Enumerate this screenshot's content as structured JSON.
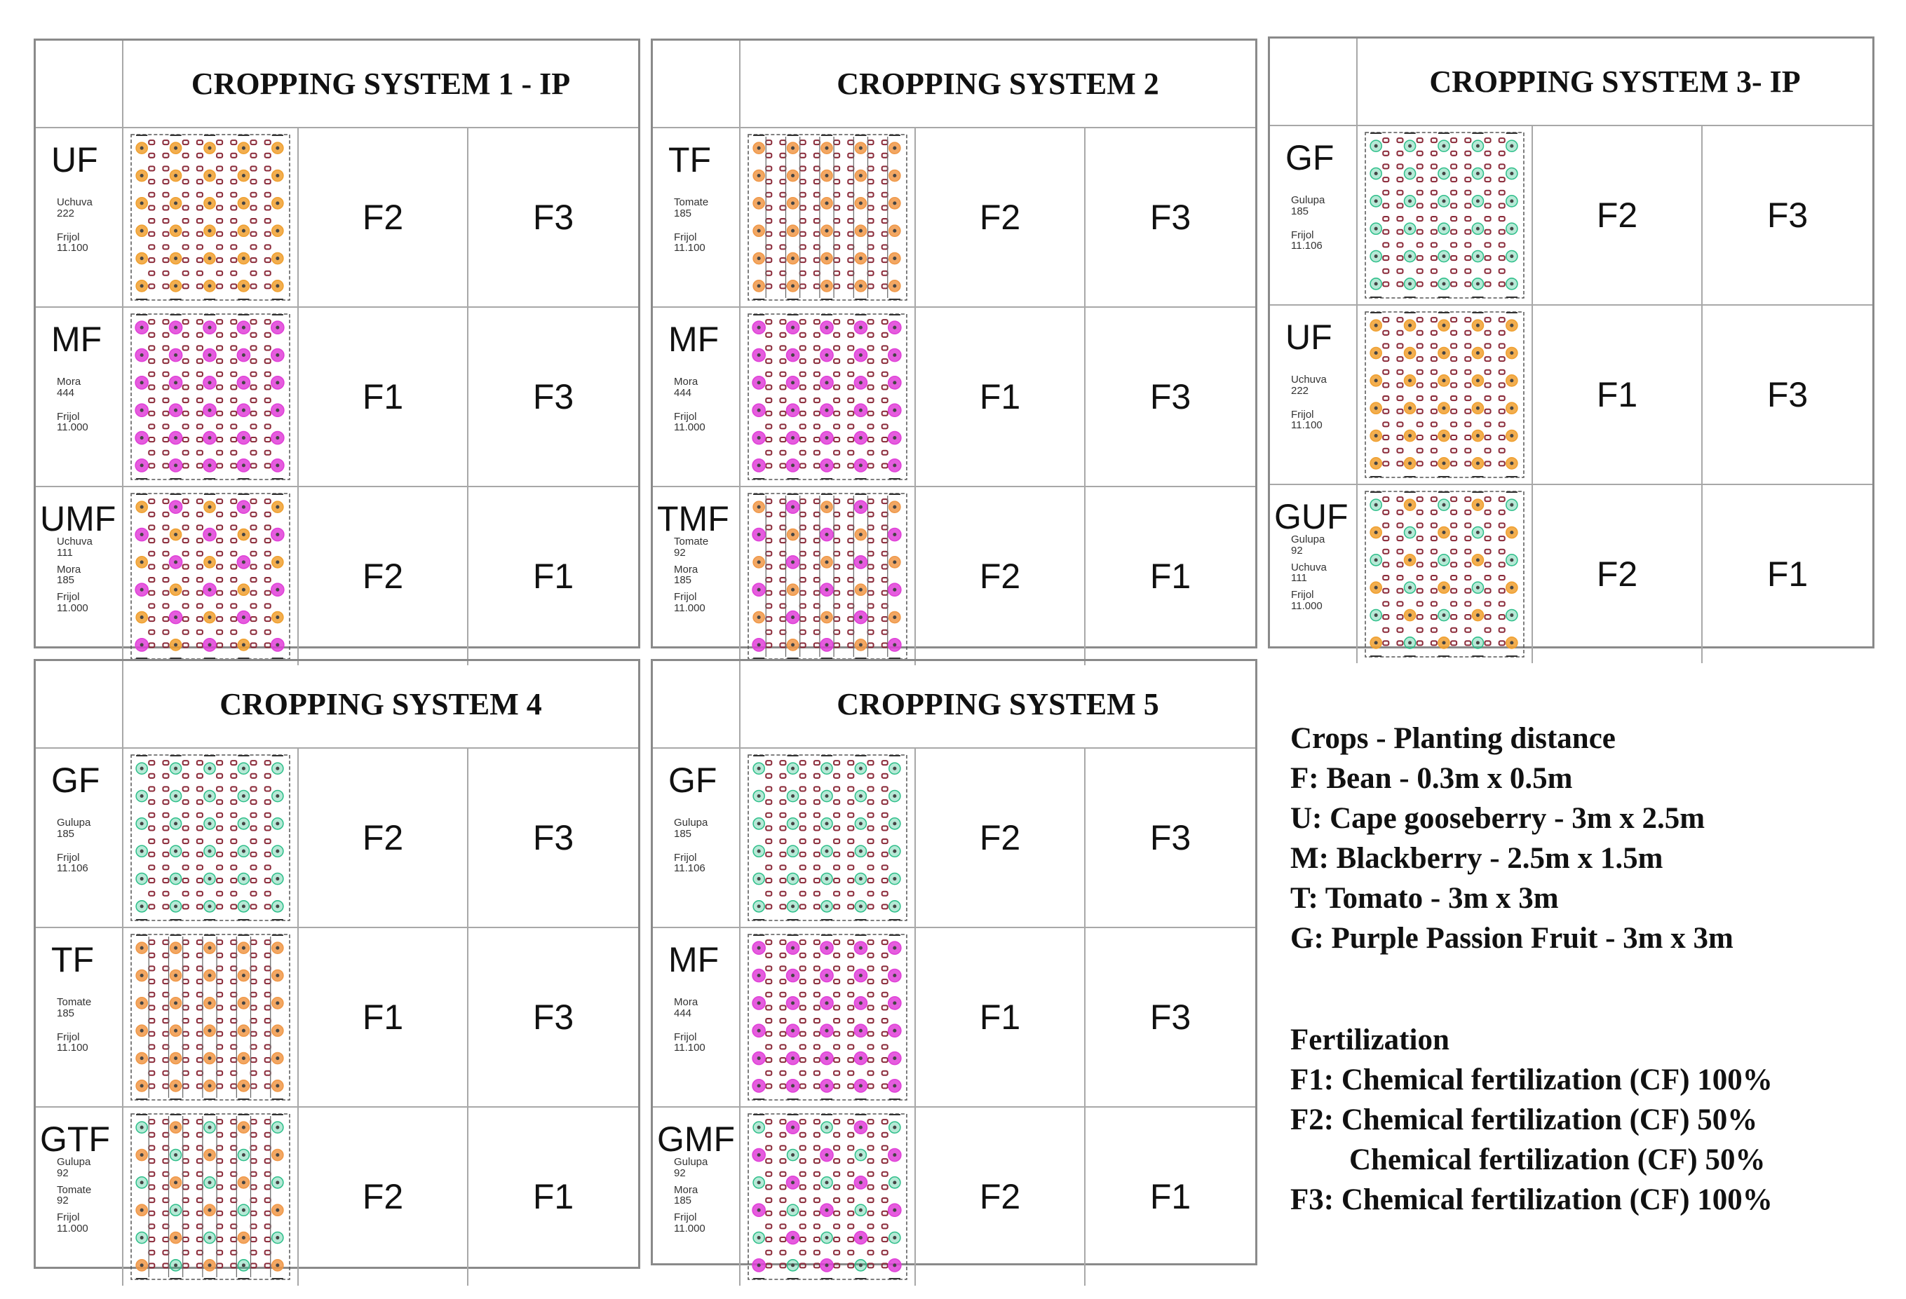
{
  "colors": {
    "bean": "#8b2b3a",
    "gooseberry": "#f0a030",
    "blackberry": "#e040d8",
    "tomato": "#f09848",
    "passion_fruit": "#2ebf8a",
    "frame": "#8a8a8a"
  },
  "systems": [
    {
      "title": "CROPPING SYSTEM 1 - IP",
      "rows": [
        {
          "code": "UF",
          "crops": [
            {
              "name": "Uchuva",
              "count": "222"
            },
            {
              "name": "Frijol",
              "count": "11.100"
            }
          ],
          "pattern": "UF",
          "f_a": "F2",
          "f_b": "F3"
        },
        {
          "code": "MF",
          "crops": [
            {
              "name": "Mora",
              "count": "444"
            },
            {
              "name": "Frijol",
              "count": "11.000"
            }
          ],
          "pattern": "MF",
          "f_a": "F1",
          "f_b": "F3"
        },
        {
          "code": "UMF",
          "crops": [
            {
              "name": "Uchuva",
              "count": "111"
            },
            {
              "name": "Mora",
              "count": "185"
            },
            {
              "name": "Frijol",
              "count": "11.000"
            }
          ],
          "pattern": "UMF",
          "f_a": "F2",
          "f_b": "F1"
        }
      ]
    },
    {
      "title": "CROPPING SYSTEM 2",
      "rows": [
        {
          "code": "TF",
          "crops": [
            {
              "name": "Tomate",
              "count": "185"
            },
            {
              "name": "Frijol",
              "count": "11.100"
            }
          ],
          "pattern": "TF",
          "f_a": "F2",
          "f_b": "F3"
        },
        {
          "code": "MF",
          "crops": [
            {
              "name": "Mora",
              "count": "444"
            },
            {
              "name": "Frijol",
              "count": "11.000"
            }
          ],
          "pattern": "MF",
          "f_a": "F1",
          "f_b": "F3"
        },
        {
          "code": "TMF",
          "crops": [
            {
              "name": "Tomate",
              "count": "92"
            },
            {
              "name": "Mora",
              "count": "185"
            },
            {
              "name": "Frijol",
              "count": "11.000"
            }
          ],
          "pattern": "TMF",
          "f_a": "F2",
          "f_b": "F1"
        }
      ]
    },
    {
      "title": "CROPPING SYSTEM 3- IP",
      "rows": [
        {
          "code": "GF",
          "crops": [
            {
              "name": "Gulupa",
              "count": "185"
            },
            {
              "name": "Frijol",
              "count": "11.106"
            }
          ],
          "pattern": "GF",
          "f_a": "F2",
          "f_b": "F3"
        },
        {
          "code": "UF",
          "crops": [
            {
              "name": "Uchuva",
              "count": "222"
            },
            {
              "name": "Frijol",
              "count": "11.100"
            }
          ],
          "pattern": "UF",
          "f_a": "F1",
          "f_b": "F3"
        },
        {
          "code": "GUF",
          "crops": [
            {
              "name": "Gulupa",
              "count": "92"
            },
            {
              "name": "Uchuva",
              "count": "111"
            },
            {
              "name": "Frijol",
              "count": "11.000"
            }
          ],
          "pattern": "GUF",
          "f_a": "F2",
          "f_b": "F1"
        }
      ]
    },
    {
      "title": "CROPPING SYSTEM 4",
      "rows": [
        {
          "code": "GF",
          "crops": [
            {
              "name": "Gulupa",
              "count": "185"
            },
            {
              "name": "Frijol",
              "count": "11.106"
            }
          ],
          "pattern": "GF",
          "f_a": "F2",
          "f_b": "F3"
        },
        {
          "code": "TF",
          "crops": [
            {
              "name": "Tomate",
              "count": "185"
            },
            {
              "name": "Frijol",
              "count": "11.100"
            }
          ],
          "pattern": "TF",
          "f_a": "F1",
          "f_b": "F3"
        },
        {
          "code": "GTF",
          "crops": [
            {
              "name": "Gulupa",
              "count": "92"
            },
            {
              "name": "Tomate",
              "count": "92"
            },
            {
              "name": "Frijol",
              "count": "11.000"
            }
          ],
          "pattern": "GTF",
          "f_a": "F2",
          "f_b": "F1"
        }
      ]
    },
    {
      "title": "CROPPING SYSTEM 5",
      "rows": [
        {
          "code": "GF",
          "crops": [
            {
              "name": "Gulupa",
              "count": "185"
            },
            {
              "name": "Frijol",
              "count": "11.106"
            }
          ],
          "pattern": "GF",
          "f_a": "F2",
          "f_b": "F3"
        },
        {
          "code": "MF",
          "crops": [
            {
              "name": "Mora",
              "count": "444"
            },
            {
              "name": "Frijol",
              "count": "11.100"
            }
          ],
          "pattern": "MF",
          "f_a": "F1",
          "f_b": "F3"
        },
        {
          "code": "GMF",
          "crops": [
            {
              "name": "Gulupa",
              "count": "92"
            },
            {
              "name": "Mora",
              "count": "185"
            },
            {
              "name": "Frijol",
              "count": "11.000"
            }
          ],
          "pattern": "GMF",
          "f_a": "F2",
          "f_b": "F1"
        }
      ]
    }
  ],
  "legend": {
    "crops_heading": "Crops - Planting distance",
    "crops": [
      "F: Bean - 0.3m x 0.5m",
      "U: Cape gooseberry  - 3m x 2.5m",
      "M: Blackberry - 2.5m x 1.5m",
      "T: Tomato - 3m x 3m",
      "G: Purple Passion Fruit - 3m x 3m"
    ],
    "fert_heading": "Fertilization",
    "fert": [
      "F1: Chemical fertilization (CF) 100%",
      "F2: Chemical fertilization (CF) 50%",
      "Chemical fertilization (CF) 50%",
      "F3: Chemical fertilization (CF) 100%"
    ]
  }
}
